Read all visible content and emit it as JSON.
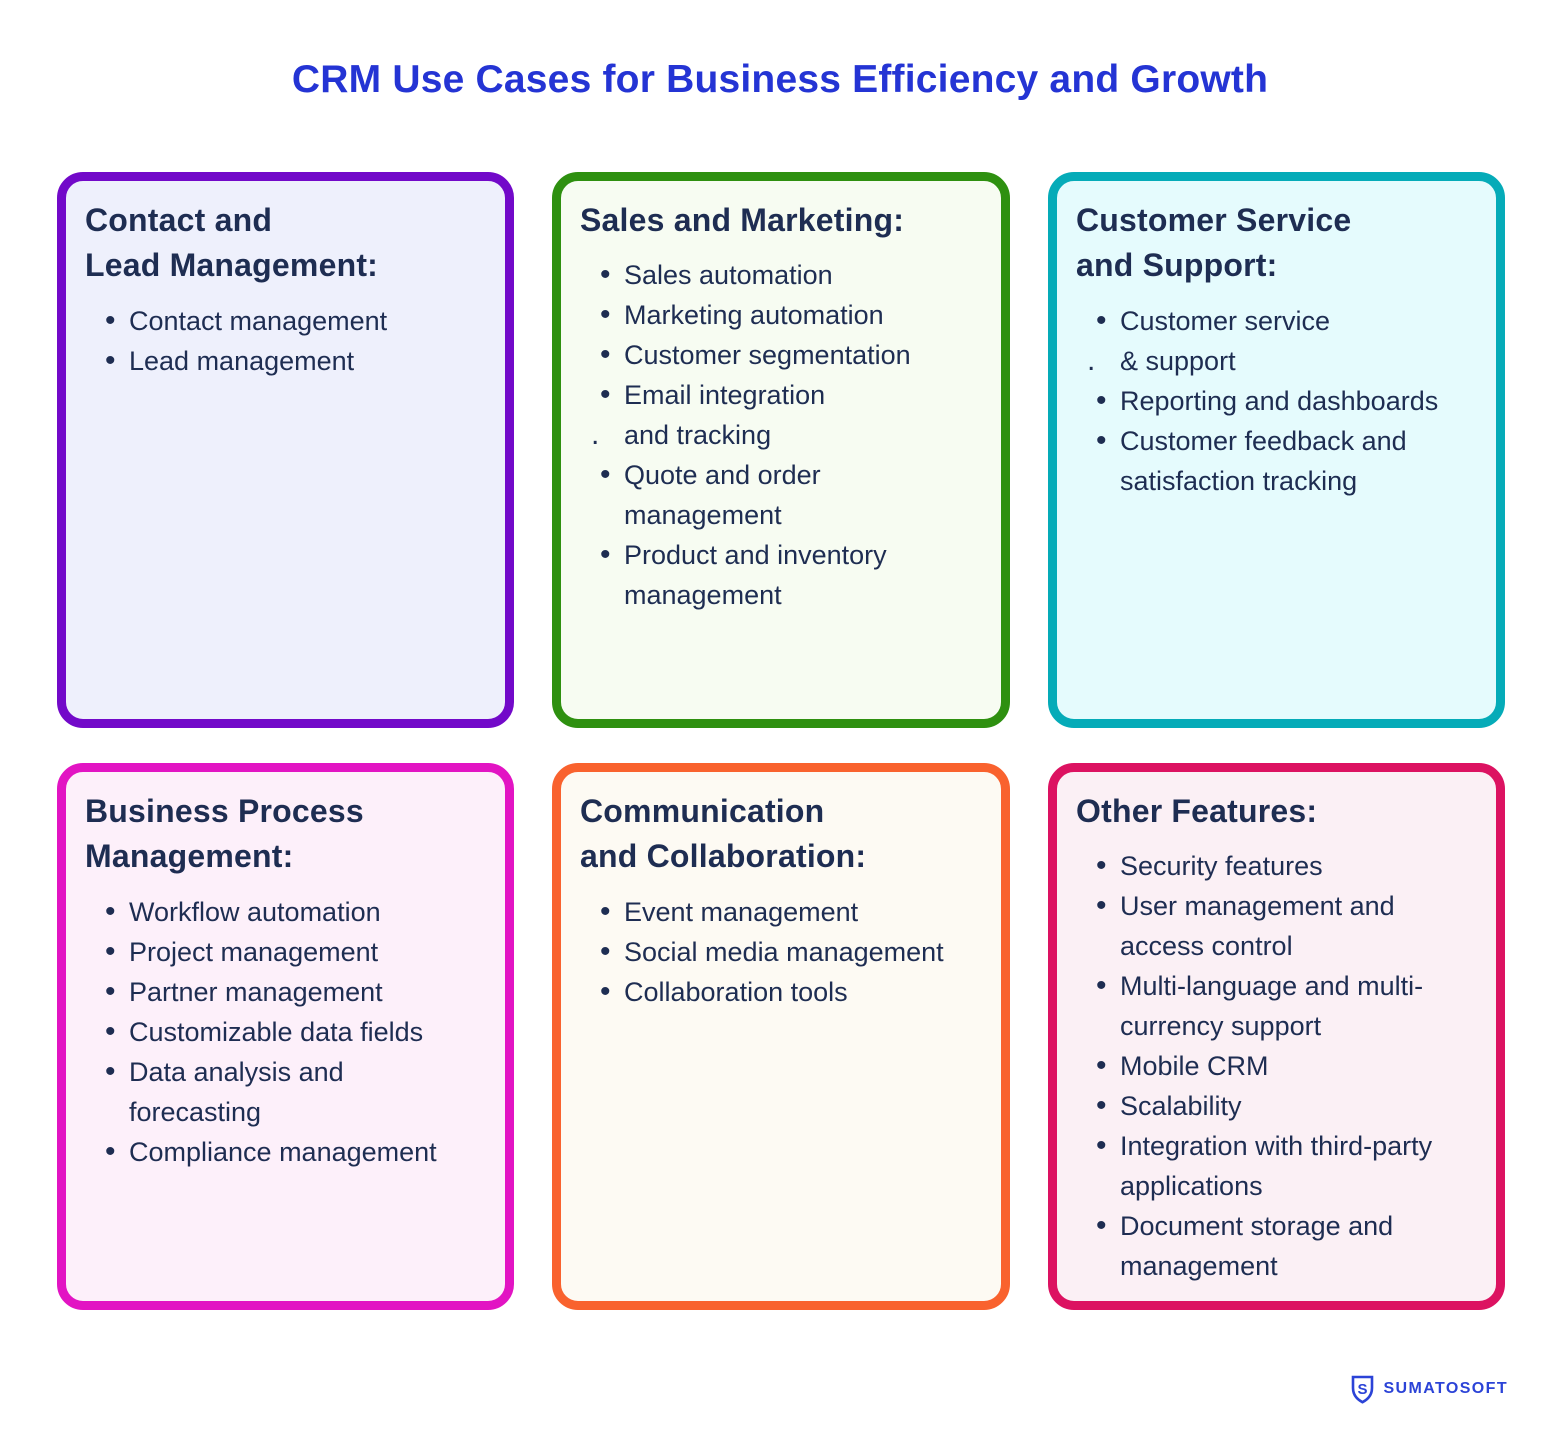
{
  "page": {
    "title": "CRM Use Cases for Business Efficiency and Growth",
    "title_color": "#2434d4",
    "text_color": "#1e2d52",
    "background": "#ffffff"
  },
  "cards": [
    {
      "heading": "Contact and\nLead Management:",
      "border_color": "#7209c9",
      "background": "#eef0fc",
      "items": [
        {
          "lines": [
            "Contact management"
          ],
          "cont_marker": ""
        },
        {
          "lines": [
            "Lead management"
          ],
          "cont_marker": ""
        }
      ]
    },
    {
      "heading": "Sales and Marketing:",
      "border_color": "#2e9010",
      "background": "#f7fcf2",
      "items": [
        {
          "lines": [
            "Sales automation"
          ],
          "cont_marker": ""
        },
        {
          "lines": [
            "Marketing automation"
          ],
          "cont_marker": ""
        },
        {
          "lines": [
            "Customer segmentation"
          ],
          "cont_marker": ""
        },
        {
          "lines": [
            "Email integration",
            "and tracking"
          ],
          "cont_marker": "."
        },
        {
          "lines": [
            "Quote and order",
            "management"
          ],
          "cont_marker": ""
        },
        {
          "lines": [
            "Product and inventory",
            "management"
          ],
          "cont_marker": ""
        }
      ]
    },
    {
      "heading": "Customer Service\nand Support:",
      "border_color": "#05abb8",
      "background": "#e5fbfd",
      "items": [
        {
          "lines": [
            "Customer service",
            "& support"
          ],
          "cont_marker": "."
        },
        {
          "lines": [
            "Reporting and dashboards"
          ],
          "cont_marker": ""
        },
        {
          "lines": [
            "Customer feedback and",
            "satisfaction tracking"
          ],
          "cont_marker": ""
        }
      ]
    },
    {
      "heading": "Business Process\nManagement:",
      "border_color": "#e214c3",
      "background": "#fdf0fa",
      "items": [
        {
          "lines": [
            "Workflow automation"
          ],
          "cont_marker": ""
        },
        {
          "lines": [
            "Project management"
          ],
          "cont_marker": ""
        },
        {
          "lines": [
            "Partner management"
          ],
          "cont_marker": ""
        },
        {
          "lines": [
            "Customizable data fields"
          ],
          "cont_marker": ""
        },
        {
          "lines": [
            "Data analysis and",
            "forecasting"
          ],
          "cont_marker": ""
        },
        {
          "lines": [
            "Compliance management"
          ],
          "cont_marker": ""
        }
      ]
    },
    {
      "heading": "Communication\nand Collaboration:",
      "border_color": "#f9622e",
      "background": "#fdfaf3",
      "items": [
        {
          "lines": [
            "Event management"
          ],
          "cont_marker": ""
        },
        {
          "lines": [
            "Social media management"
          ],
          "cont_marker": ""
        },
        {
          "lines": [
            "Collaboration tools"
          ],
          "cont_marker": ""
        }
      ]
    },
    {
      "heading": "Other Features:",
      "border_color": "#dc1261",
      "background": "#fbf0f5",
      "items": [
        {
          "lines": [
            "Security features"
          ],
          "cont_marker": ""
        },
        {
          "lines": [
            "User management and",
            "access control"
          ],
          "cont_marker": ""
        },
        {
          "lines": [
            "Multi-language and multi-",
            "currency support"
          ],
          "cont_marker": ""
        },
        {
          "lines": [
            "Mobile CRM"
          ],
          "cont_marker": ""
        },
        {
          "lines": [
            "Scalability"
          ],
          "cont_marker": ""
        },
        {
          "lines": [
            "Integration with third-party",
            "applications"
          ],
          "cont_marker": ""
        },
        {
          "lines": [
            "Document storage and",
            "management"
          ],
          "cont_marker": ""
        }
      ]
    }
  ],
  "footer": {
    "logo_text": "SUMATOSOFT",
    "logo_color": "#2b43d7"
  }
}
